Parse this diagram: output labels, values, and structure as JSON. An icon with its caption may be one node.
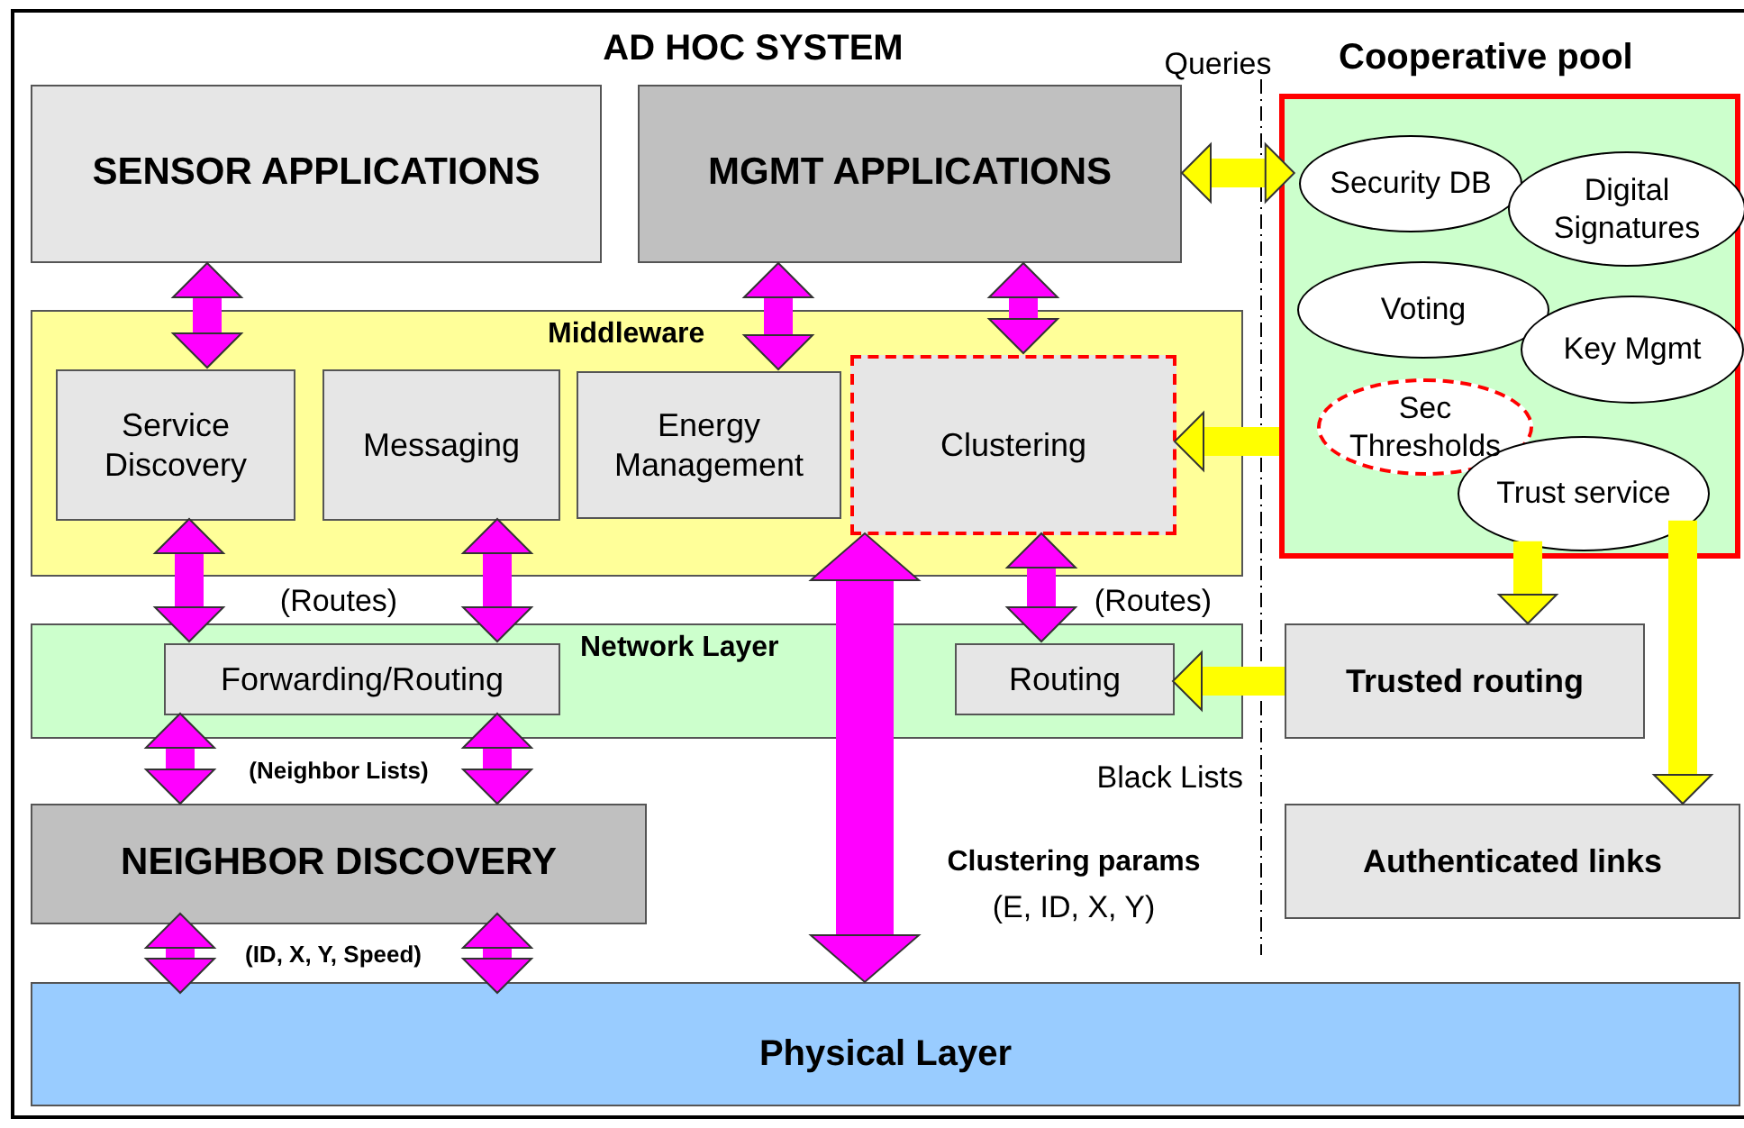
{
  "diagram": {
    "title": "AD HOC SYSTEM",
    "nodes": [
      {
        "text": [
          "SENSOR APPLICATIONS"
        ]
      },
      {
        "text": [
          "MGMT APPLICATIONS"
        ]
      },
      {
        "text": [
          "Middleware"
        ]
      },
      {
        "text": [
          "Service Discovery"
        ],
        "in": 2
      },
      {
        "text": [
          "Messaging"
        ],
        "in": 2
      },
      {
        "text": [
          "Energy Management"
        ],
        "in": 2
      },
      {
        "text": [
          "Clustering"
        ],
        "in": 2
      },
      {
        "text": [
          "Network Layer"
        ]
      },
      {
        "text": [
          "Forwarding/Routing"
        ],
        "in": 7
      },
      {
        "text": [
          "Routing"
        ],
        "in": 7
      },
      {
        "text": [
          "NEIGHBOR DISCOVERY"
        ]
      },
      {
        "text": [
          "Physical Layer"
        ]
      },
      {
        "text": [
          "Cooperative pool"
        ]
      },
      {
        "text": [
          "Security DB"
        ],
        "in": 12
      },
      {
        "text": [
          "Digital Signatures"
        ],
        "in": 12
      },
      {
        "text": [
          "Voting"
        ],
        "in": 12
      },
      {
        "text": [
          "Key Mgmt"
        ],
        "in": 12
      },
      {
        "text": [
          "Sec Thresholds"
        ],
        "in": 12
      },
      {
        "text": [
          "Trust service"
        ],
        "in": 12
      },
      {
        "text": [
          "Trusted routing"
        ]
      },
      {
        "text": [
          "Authenticated links"
        ]
      }
    ],
    "edges": [
      {
        "from": 0,
        "to": 3,
        "arrow": "both"
      },
      {
        "from": 1,
        "to": 5,
        "arrow": "both"
      },
      {
        "from": 1,
        "to": 6,
        "arrow": "both"
      },
      {
        "from": 3,
        "to": 8,
        "arrow": "both"
      },
      {
        "from": 4,
        "to": 8,
        "arrow": "both"
      },
      {
        "from": 6,
        "to": 9,
        "arrow": "both"
      },
      {
        "from": 6,
        "to": 11,
        "arrow": "both",
        "style": "thick"
      },
      {
        "from": 8,
        "to": 10,
        "arrow": "both"
      },
      {
        "from": 8,
        "to": 10,
        "arrow": "both"
      },
      {
        "from": 10,
        "to": 11,
        "arrow": "both"
      },
      {
        "from": 10,
        "to": 11,
        "arrow": "both"
      },
      {
        "from": 1,
        "to": 13,
        "arrow": "both",
        "color": "#ffff00"
      },
      {
        "from": 12,
        "to": 6,
        "arrow": "to",
        "color": "#ffff00"
      },
      {
        "from": 19,
        "to": 9,
        "arrow": "to",
        "color": "#ffff00"
      },
      {
        "from": 18,
        "to": 19,
        "arrow": "to",
        "color": "#ffff00"
      },
      {
        "from": 18,
        "to": 20,
        "arrow": "to",
        "color": "#ffff00"
      }
    ],
    "labels": [
      "Queries",
      "(Routes)",
      "(Routes)",
      "(Neighbor Lists)",
      "Black Lists",
      "Clustering params",
      "(E, ID, X, Y)",
      "(ID, X, Y, Speed)"
    ]
  }
}
